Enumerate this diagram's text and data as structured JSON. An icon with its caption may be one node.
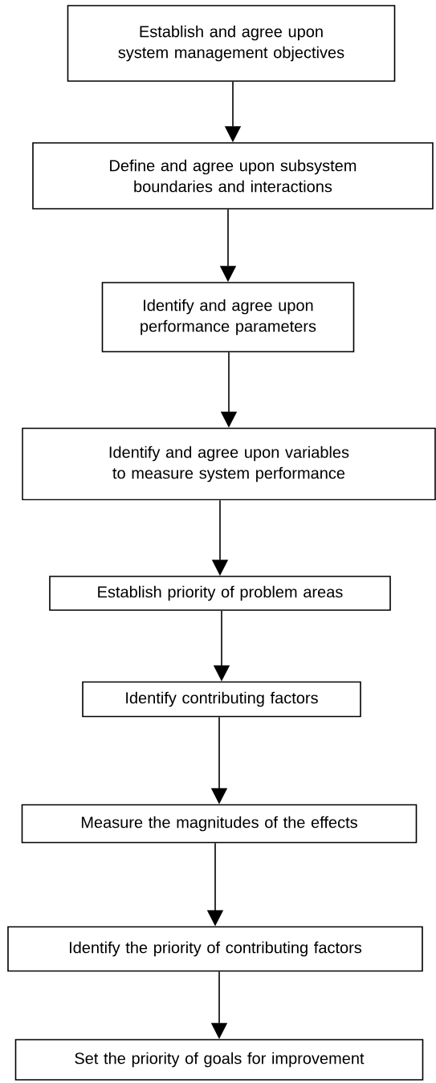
{
  "diagram": {
    "nodes": [
      {
        "text": [
          "Establish and agree upon system management objectives"
        ]
      },
      {
        "text": [
          "Define and agree upon subsystem boundaries and interactions"
        ]
      },
      {
        "text": [
          "Identify and agree upon performance parameters"
        ]
      },
      {
        "text": [
          "Identify and agree upon variables to measure system performance"
        ]
      },
      {
        "text": [
          "Establish priority of problem areas"
        ]
      },
      {
        "text": [
          "Identify contributing factors"
        ]
      },
      {
        "text": [
          "Measure the magnitudes of the effects"
        ]
      },
      {
        "text": [
          "Identify the priority of contributing factors"
        ]
      },
      {
        "text": [
          "Set the priority of goals for improvement"
        ]
      }
    ],
    "edges": [
      {
        "from": 0,
        "to": 1,
        "arrow": "to"
      },
      {
        "from": 1,
        "to": 2,
        "arrow": "to"
      },
      {
        "from": 2,
        "to": 3,
        "arrow": "to"
      },
      {
        "from": 3,
        "to": 4,
        "arrow": "to"
      },
      {
        "from": 4,
        "to": 5,
        "arrow": "to"
      },
      {
        "from": 5,
        "to": 6,
        "arrow": "to"
      },
      {
        "from": 6,
        "to": 7,
        "arrow": "to"
      },
      {
        "from": 7,
        "to": 8,
        "arrow": "to"
      }
    ]
  }
}
